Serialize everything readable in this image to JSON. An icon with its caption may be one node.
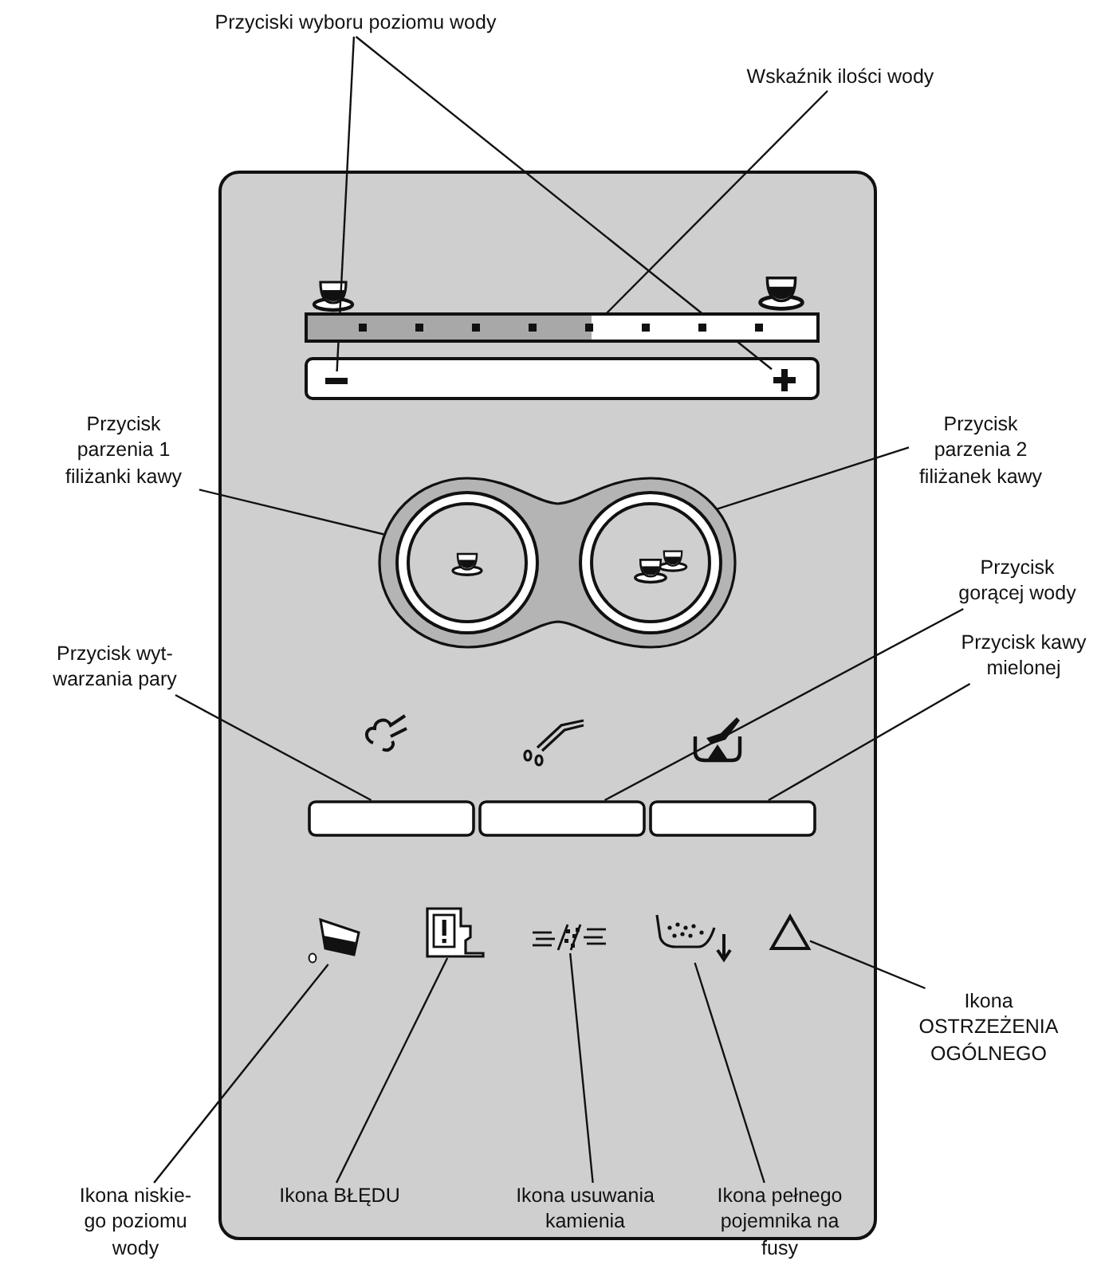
{
  "diagram": {
    "nodes": [
      {
        "text": [
          "Przyciski wyboru poziomu wody"
        ]
      },
      {
        "text": [
          "Wskaźnik ilości wody"
        ]
      },
      {
        "text": [
          "Przycisk parzenia 1 filiżanki kawy"
        ]
      },
      {
        "text": [
          "Przycisk parzenia 2 filiżanek kawy"
        ]
      },
      {
        "text": [
          "Przycisk wyt- warzania pary"
        ]
      },
      {
        "text": [
          "Przycisk gorącej wody"
        ]
      },
      {
        "text": [
          "Przycisk kawy mielonej"
        ]
      },
      {
        "text": [
          "Ikona OSTRZEŻENIA OGÓLNEGO"
        ]
      },
      {
        "text": [
          "Ikona niskie- go poziomu wody"
        ]
      },
      {
        "text": [
          "Ikona BŁĘDU"
        ]
      },
      {
        "text": [
          "Ikona usuwania kamienia"
        ]
      },
      {
        "text": [
          "Ikona pełnego pojemnika na fusy"
        ]
      },
      {
        "text": [],
        "shape": "minus"
      },
      {
        "text": [],
        "shape": "plus"
      },
      {
        "text": [],
        "shape": "bar"
      },
      {
        "text": [],
        "shape": "oval"
      },
      {
        "text": [],
        "shape": "circle",
        "in": 15
      },
      {
        "text": [],
        "shape": "circle",
        "in": 15
      },
      {
        "text": [],
        "shape": "box"
      },
      {
        "text": [],
        "shape": "box"
      },
      {
        "text": [],
        "shape": "box"
      },
      {
        "text": [],
        "shape": "picture"
      },
      {
        "text": [],
        "shape": "picture"
      },
      {
        "text": [],
        "shape": "picture"
      },
      {
        "text": [],
        "shape": "picture"
      },
      {
        "text": [],
        "shape": "triangle"
      }
    ],
    "edges": [
      {
        "from": 0,
        "to": 12,
        "arrow": "none"
      },
      {
        "from": 0,
        "to": 13,
        "arrow": "none"
      },
      {
        "from": 1,
        "to": 14,
        "arrow": "none"
      },
      {
        "from": 2,
        "to": 16,
        "arrow": "none"
      },
      {
        "from": 3,
        "to": 17,
        "arrow": "none"
      },
      {
        "from": 4,
        "to": 18,
        "arrow": "none"
      },
      {
        "from": 5,
        "to": 19,
        "arrow": "none"
      },
      {
        "from": 6,
        "to": 20,
        "arrow": "none"
      },
      {
        "from": 7,
        "to": 25,
        "arrow": "none"
      },
      {
        "from": 8,
        "to": 21,
        "arrow": "none"
      },
      {
        "from": 9,
        "to": 22,
        "arrow": "none"
      },
      {
        "from": 10,
        "to": 23,
        "arrow": "none"
      },
      {
        "from": 11,
        "to": 24,
        "arrow": "none"
      }
    ]
  }
}
